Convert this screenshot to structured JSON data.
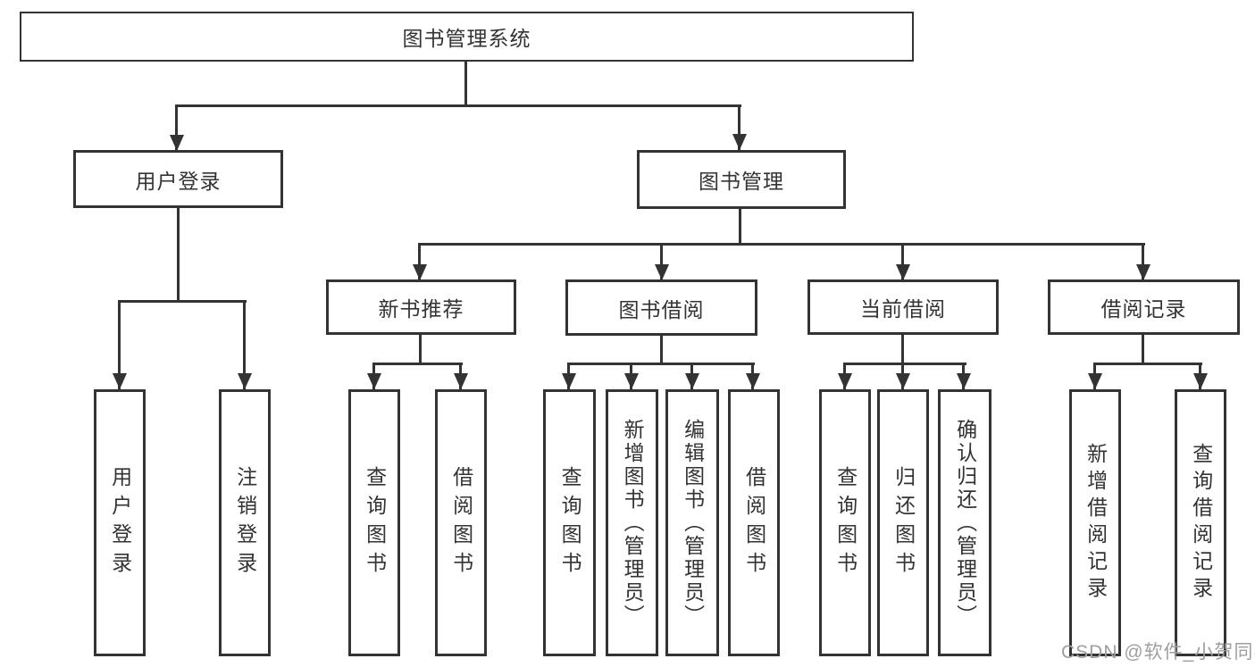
{
  "tree": {
    "root": {
      "label": "图书管理系统",
      "children": [
        {
          "label": "用户登录",
          "children": [
            {
              "label": "用户登录"
            },
            {
              "label": "注销登录"
            }
          ]
        },
        {
          "label": "图书管理",
          "children": [
            {
              "label": "新书推荐",
              "children": [
                {
                  "label": "查询图书"
                },
                {
                  "label": "借阅图书"
                }
              ]
            },
            {
              "label": "图书借阅",
              "children": [
                {
                  "label": "查询图书"
                },
                {
                  "label": "新增图书（管理员）"
                },
                {
                  "label": "编辑图书（管理员）"
                },
                {
                  "label": "借阅图书"
                }
              ]
            },
            {
              "label": "当前借阅",
              "children": [
                {
                  "label": "查询图书"
                },
                {
                  "label": "归还图书"
                },
                {
                  "label": "确认归还（管理员）"
                }
              ]
            },
            {
              "label": "借阅记录",
              "children": [
                {
                  "label": "新增借阅记录"
                },
                {
                  "label": "查询借阅记录"
                }
              ]
            }
          ]
        }
      ]
    }
  },
  "watermark": "CSDN @软件_小贺同学",
  "colors": {
    "line": "#333333",
    "border": "#333333",
    "text": "#333333",
    "watermark": "#9e9e9e",
    "background": "#ffffff"
  }
}
